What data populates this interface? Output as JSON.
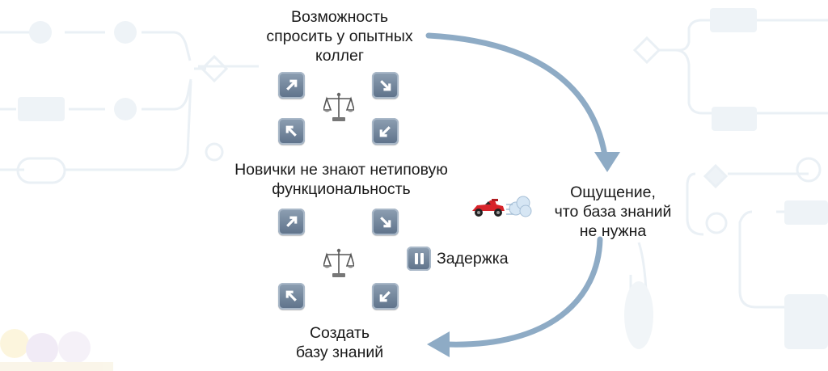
{
  "diagram": {
    "nodes": {
      "ask_colleagues": [
        "Возможность",
        "спросить у опытных",
        "коллег"
      ],
      "newcomers": [
        "Новички не знают нетиповую",
        "функциональность"
      ],
      "feeling": [
        "Ощущение,",
        "что база знаний",
        "не нужна"
      ],
      "create_kb": [
        "Создать",
        "базу знаний"
      ]
    },
    "delay_label": "Задержка",
    "icons": [
      "arrow-up-right-icon",
      "arrow-down-right-icon",
      "arrow-up-left-icon",
      "arrow-down-left-icon",
      "balance-scale-icon",
      "race-car-icon",
      "dash-cloud-icon",
      "pause-icon"
    ],
    "colors": {
      "cycle_arrow": "#8eabc5",
      "key_fill": "#6f8399",
      "text": "#1a1a1a",
      "background_lines": "#e8eef4"
    }
  }
}
